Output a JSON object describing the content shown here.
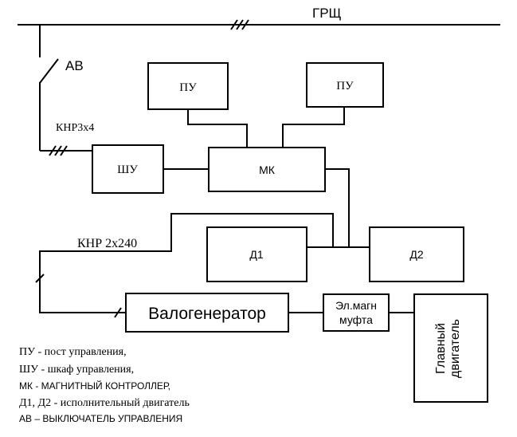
{
  "diagram": {
    "bus_label": "ГРЩ",
    "breaker_label": "АВ",
    "cable_1": "КНР3х4",
    "cable_2": "КНР 2х240",
    "blocks": {
      "pu_left": "ПУ",
      "pu_right": "ПУ",
      "shu": "ШУ",
      "mk": "МК",
      "d1": "Д1",
      "d2": "Д2",
      "valogenerator": "Валогенератор",
      "clutch_line1": "Эл.магн",
      "clutch_line2": "муфта",
      "main_engine_line1": "Главный",
      "main_engine_line2": "двигатель"
    },
    "legend": [
      "ПУ - пост управления,",
      "ШУ - шкаф управления,",
      "МК - МАГНИТНЫЙ КОНТРОЛЛЕР,",
      "Д1, Д2   - исполнительный двигатель",
      "АВ – ВЫКЛЮЧАТЕЛЬ УПРАВЛЕНИЯ"
    ]
  }
}
